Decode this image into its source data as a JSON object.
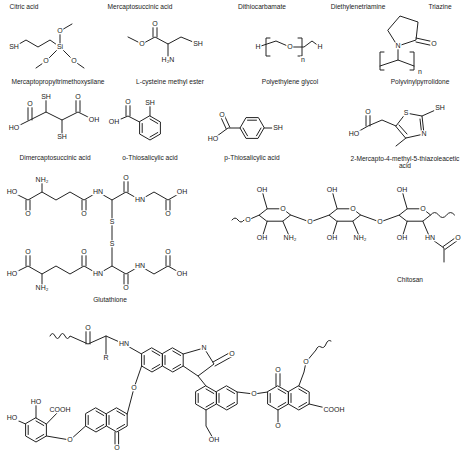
{
  "diagram": {
    "labels": [
      "Citric acid",
      "Mercaptosuccinic acid",
      "Dithiocarbamate",
      "Diethylenetriamine",
      "Triazine",
      "SH",
      "Si",
      "O",
      "O",
      "O",
      "O",
      "O",
      "H₂N",
      "SH",
      "H",
      "O",
      "n",
      "H",
      "N",
      "O",
      "n",
      "Mercaptopropyltrimethoxysilane",
      "L-cysteine methyl ester",
      "Polyethylene glycol",
      "Polyvinylpyrrolidone",
      "O",
      "HO",
      "SH",
      "SH",
      "O",
      "OH",
      "SH",
      "O",
      "OH",
      "O",
      "HO",
      "SH",
      "O",
      "HO",
      "S",
      "SH",
      "N",
      "Dimercaptosuccinic acid",
      "o-Thiosalicylic acid",
      "p-Thiosalicylic acid",
      "2-Mercapto-4-methyl-5-thiazoleacetic acid",
      "HO",
      "NH₂",
      "O",
      "O",
      "HN",
      "O",
      "HN",
      "O",
      "OH",
      "S",
      "S",
      "O",
      "O",
      "HN",
      "O",
      "HO",
      "HN",
      "NH₂",
      "O",
      "OH",
      "Glutathione",
      "O",
      "OH",
      "O",
      "OH",
      "NH₂",
      "O",
      "OH",
      "O",
      "OH",
      "NH₂",
      "O",
      "OH",
      "O",
      "OH",
      "HN",
      "O",
      "Chitosan",
      "O",
      "R",
      "HN",
      "N",
      "O",
      "O",
      "O",
      "HO",
      "HO",
      "COOH",
      "O",
      "O",
      "COOH",
      "O",
      "O",
      "OH",
      "O"
    ]
  }
}
